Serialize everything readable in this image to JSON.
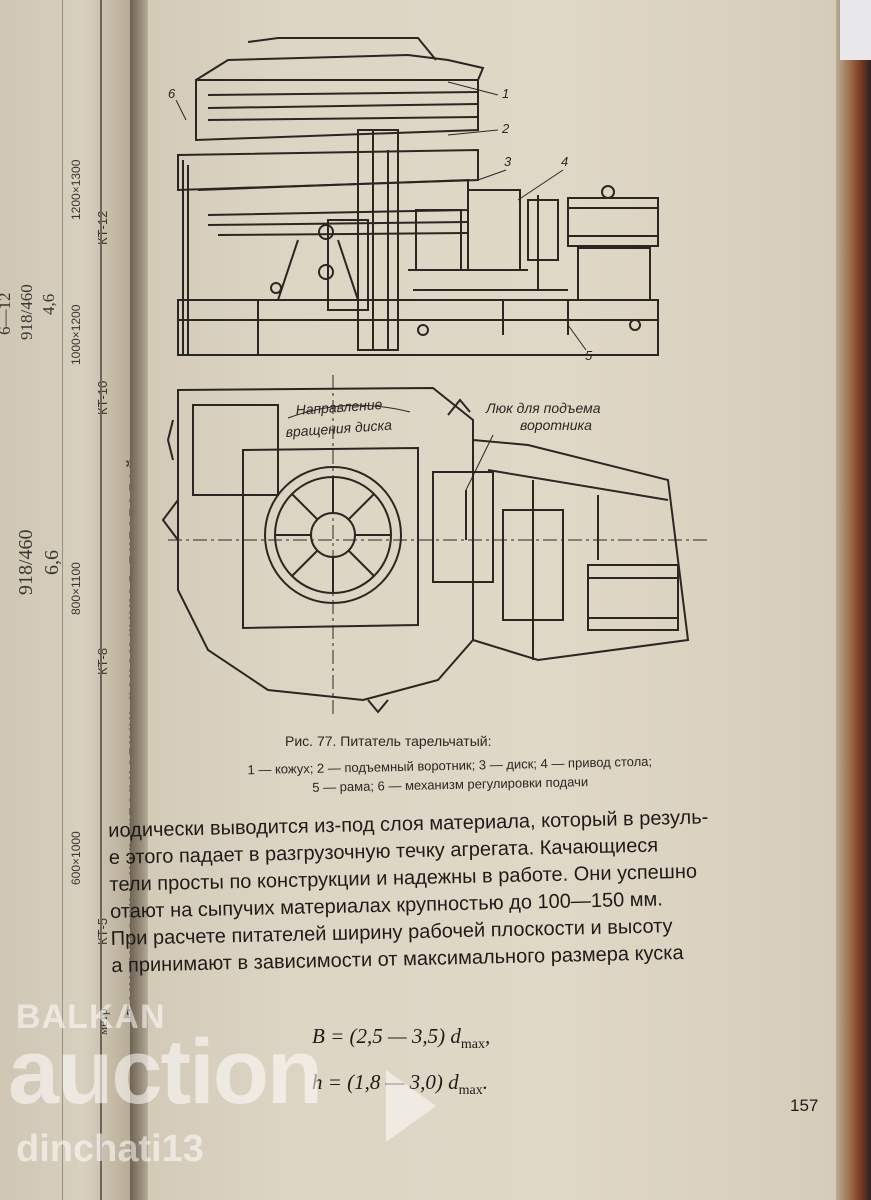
{
  "left_page": {
    "table_title": "Технические характеристики качающихся питателей",
    "column_heads": [
      "КТ-5",
      "КТ-8",
      "КТ-10",
      "КТ-12"
    ],
    "row_values": [
      "600×1000",
      "800×1100",
      "1000×1200",
      "1200×1300"
    ],
    "fragment_values": [
      "918/460",
      "6,6",
      "6—12",
      "918/460",
      "4,6"
    ],
    "fragment_label": "метр"
  },
  "figure": {
    "side_labels": [
      "1",
      "2",
      "3",
      "4",
      "5",
      "6"
    ],
    "plan_annotation_left": [
      "Направление",
      "вращения диска"
    ],
    "plan_annotation_right": [
      "Люк для подъема",
      "воротника"
    ]
  },
  "caption": "Рис. 77. Питатель тарельчатый:",
  "legend": {
    "line1": "1 — кожух;  2 — подъемный воротник;  3 — диск;  4 — привод  стола;",
    "line2": "5 — рама;  6 — механизм регулировки подачи"
  },
  "body": {
    "lines": [
      "иодически выводится из-под слоя материала, который в резуль-",
      "е этого падает в разгрузочную течку агрегата. Качающиеся",
      "тели просты по конструкции и надежны в работе. Они успешно",
      "отают на сыпучих материалах крупностью до 100—150 мм.",
      "При расчете питателей ширину рабочей плоскости и высоту",
      "а принимают в зависимости от максимального размера куска"
    ]
  },
  "formulas": {
    "f1_lhs": "B = (2,5 — 3,5) d",
    "f1_sub": "max",
    "f1_tail": ",",
    "f2_lhs": "h = (1,8 — 3,0) d",
    "f2_sub": "max",
    "f2_tail": "."
  },
  "page_number": "157",
  "watermark": {
    "brand_top": "BALKAN",
    "brand_main": "auction",
    "seller": "dinchati13"
  }
}
